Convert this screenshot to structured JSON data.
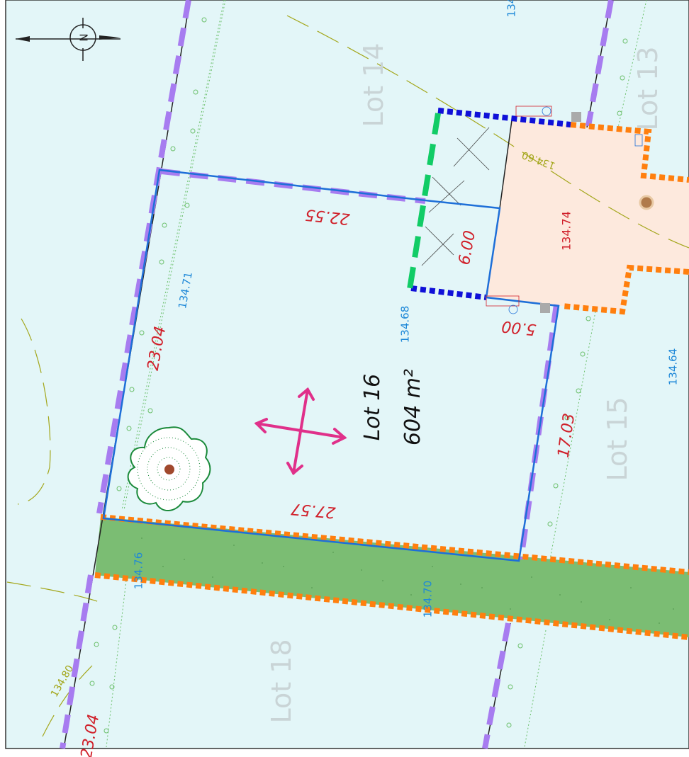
{
  "compass": {
    "label": "N"
  },
  "lots": {
    "lot14": "Lot 14",
    "lot13": "Lot 13",
    "lot15": "Lot 15",
    "lot18": "Lot 18",
    "lot16": {
      "name": "Lot 16",
      "area": "604 m²"
    }
  },
  "dimensions": {
    "top": "22.55",
    "left": "23.04",
    "bottom": "27.57",
    "right": "17.03",
    "setback_building": "6.00",
    "setback_front": "5.00",
    "bottom_left": "23.04"
  },
  "elevations": {
    "e13471": "134.71",
    "e13468": "134.68",
    "e13474": "134.74",
    "e13464": "134.64",
    "e13476": "134.76",
    "e13470": "134.70",
    "e13460": "134.60",
    "e13480": "134.80",
    "e134top": "134"
  },
  "colors": {
    "lot_fill": "#e3f6f8",
    "building_fill": "#fde9dd",
    "easement_fill": "#7bbd73",
    "boundary_blue": "#1e6fd8",
    "dash_purple": "#a77cf0",
    "dash_orange": "#ff7f0e",
    "dash_navy": "#1010d8",
    "dash_green": "#11cc66",
    "dim_red": "#d0202a",
    "elev_blue": "#1e88d8",
    "arrow_magenta": "#e0308a",
    "tree_green": "#1a8a3a"
  }
}
